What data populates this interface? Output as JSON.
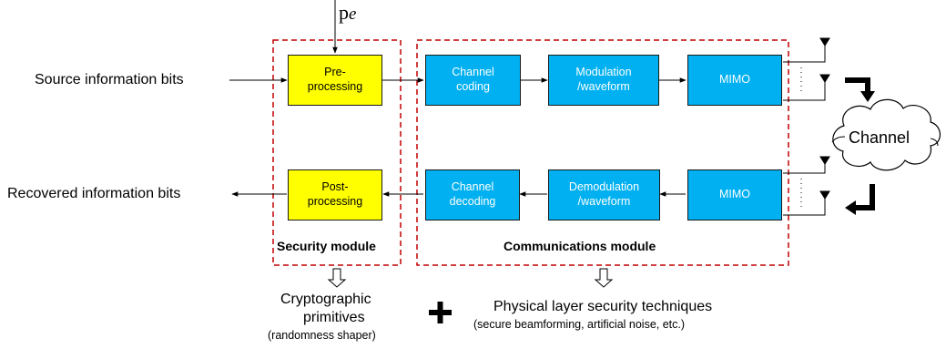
{
  "input": {
    "pe_main": "p",
    "pe_sub": "e"
  },
  "labels": {
    "source": "Source information bits",
    "recovered": "Recovered information bits"
  },
  "blocks": {
    "preprocessing": [
      "Pre-",
      "processing"
    ],
    "postprocessing": [
      "Post-",
      "processing"
    ],
    "channel_coding": [
      "Channel",
      "coding"
    ],
    "modulation": [
      "Modulation",
      "/waveform"
    ],
    "mimo_tx": [
      "MIMO"
    ],
    "channel_decoding": [
      "Channel",
      "decoding"
    ],
    "demodulation": [
      "Demodulation",
      "/waveform"
    ],
    "mimo_rx": [
      "MIMO"
    ]
  },
  "modules": {
    "security": "Security module",
    "communications": "Communications module"
  },
  "channel": "Channel",
  "bottom": {
    "crypto_line1": "Cryptographic",
    "crypto_line2": "primitives",
    "crypto_note": "(randomness shaper)",
    "pls_title": "Physical layer security techniques",
    "pls_note": "(secure beamforming, artificial noise, etc.)",
    "plus": "+"
  },
  "colors": {
    "yellow_block": "#ffff00",
    "blue_block": "#00b0f0",
    "module_border": "#c00000"
  }
}
